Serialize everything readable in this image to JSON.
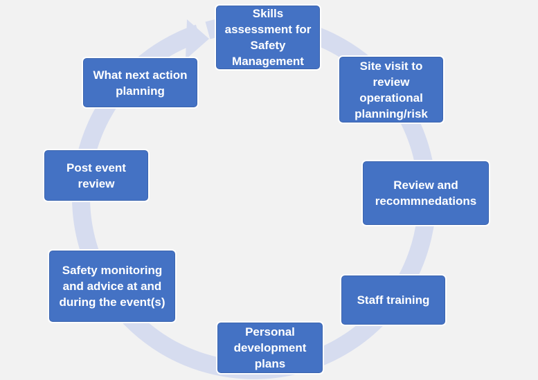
{
  "colors": {
    "background": "#f2f2f2",
    "node_fill": "#4472c4",
    "node_text": "#ffffff",
    "ring": "#d6dcef"
  },
  "cycle": {
    "nodes": [
      {
        "id": "skills",
        "label": "Skills assessment for Safety Management"
      },
      {
        "id": "site-visit",
        "label": "Site visit to review operational planning/risk"
      },
      {
        "id": "review",
        "label": "Review and recommnedations"
      },
      {
        "id": "staff-training",
        "label": "Staff training"
      },
      {
        "id": "personal-dev",
        "label": "Personal development plans"
      },
      {
        "id": "safety-monitoring",
        "label": "Safety monitoring and advice at and during the event(s)"
      },
      {
        "id": "post-event",
        "label": "Post event review"
      },
      {
        "id": "what-next",
        "label": "What next action planning"
      }
    ]
  }
}
